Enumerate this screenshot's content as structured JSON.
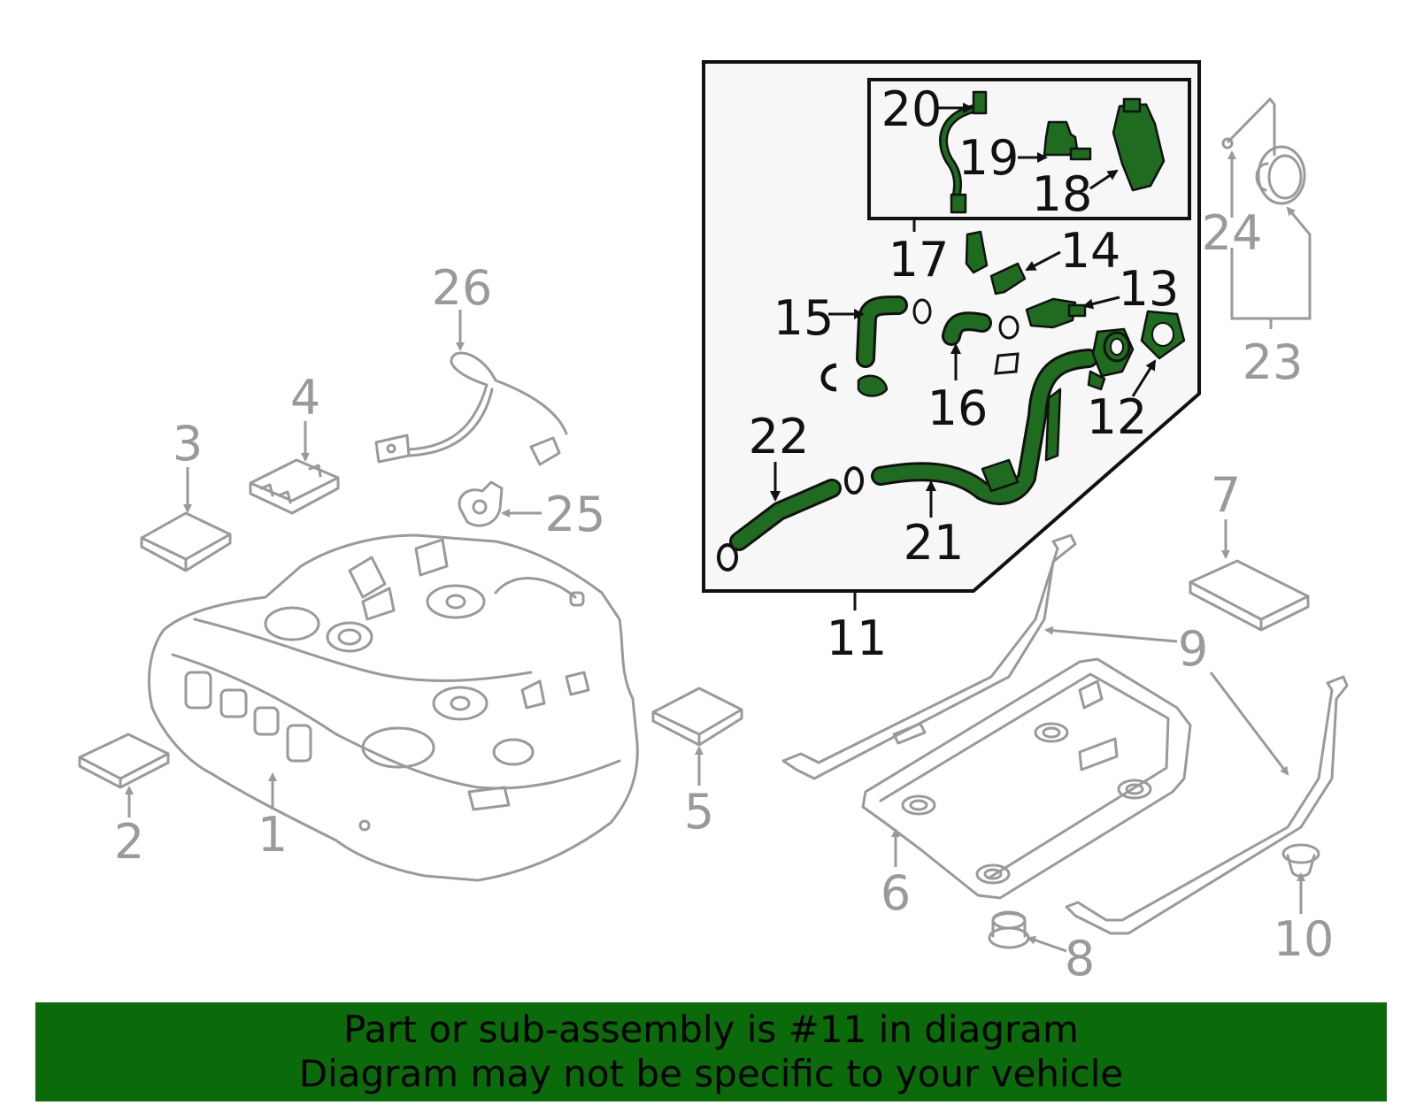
{
  "diagram": {
    "highlight_color": "#1f6b1f",
    "part_outline_color": "#9a9a9a",
    "callouts": {
      "c1": "1",
      "c2": "2",
      "c3": "3",
      "c4": "4",
      "c5": "5",
      "c6": "6",
      "c7": "7",
      "c8": "8",
      "c9": "9",
      "c10": "10",
      "c11": "11",
      "c12": "12",
      "c13": "13",
      "c14": "14",
      "c15": "15",
      "c16": "16",
      "c17": "17",
      "c18": "18",
      "c19": "19",
      "c20": "20",
      "c21": "21",
      "c22": "22",
      "c23": "23",
      "c24": "24",
      "c25": "25",
      "c26": "26"
    }
  },
  "banner": {
    "background": "#0b6b0b",
    "line1": "Part or sub-assembly is #11 in diagram",
    "line2": "Diagram may not be specific to your vehicle"
  }
}
